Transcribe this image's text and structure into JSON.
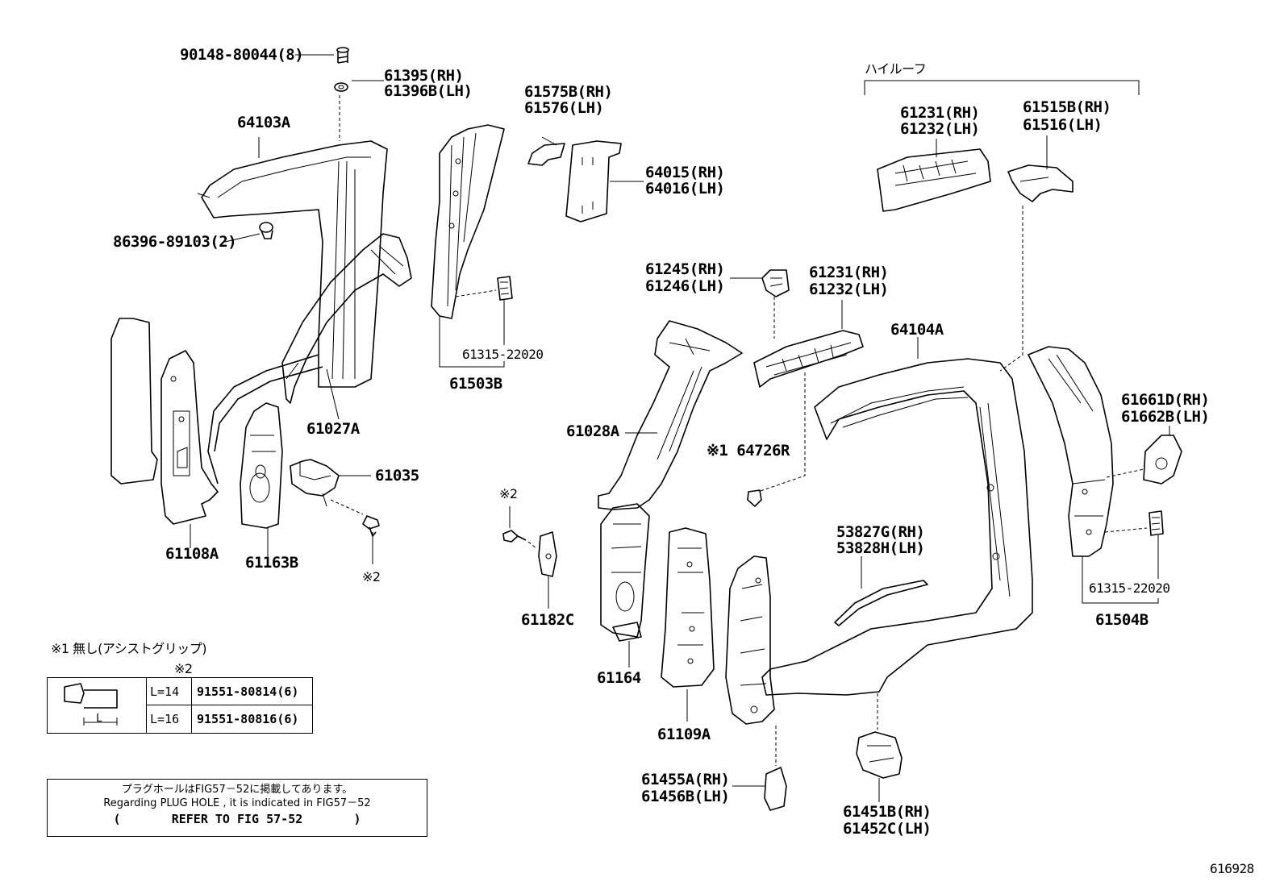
{
  "diagram_id": "616928",
  "labels": {
    "p90148": "90148-80044(8)",
    "p61395": "61395(RH)",
    "p61396": "61396B(LH)",
    "p64103": "64103A",
    "p86396": "86396-89103(2)",
    "p61575": "61575B(RH)",
    "p61576": "61576(LH)",
    "p64015": "64015(RH)",
    "p64016": "64016(LH)",
    "p61315a": "61315-22020",
    "p61503": "61503B",
    "p61027": "61027A",
    "p61035": "61035",
    "p61108": "61108A",
    "p61163": "61163B",
    "mark2a": "※2",
    "highroof": "ハイルーフ",
    "p61231a_rh": "61231(RH)",
    "p61232a_lh": "61232(LH)",
    "p61515": "61515B(RH)",
    "p61516": "61516(LH)",
    "p61245": "61245(RH)",
    "p61246": "61246(LH)",
    "p61231b_rh": "61231(RH)",
    "p61232b_lh": "61232(LH)",
    "p64104": "64104A",
    "p61028": "61028A",
    "p64726": "※1 64726R",
    "mark2b": "※2",
    "p61182": "61182C",
    "p61164": "61164",
    "p61109": "61109A",
    "p53827": "53827G(RH)",
    "p53828": "53828H(LH)",
    "p61661": "61661D(RH)",
    "p61662": "61662B(LH)",
    "p61315b": "61315-22020",
    "p61504": "61504B",
    "p61455": "61455A(RH)",
    "p61456": "61456B(LH)",
    "p61451": "61451B(RH)",
    "p61452": "61452C(LH)"
  },
  "notes": {
    "note1": "※1 無し(アシストグリップ)",
    "note2_mark": "※2"
  },
  "bolt_table": {
    "dim_label": "L",
    "rows": [
      {
        "length": "L=14",
        "part": "91551-80814(6)"
      },
      {
        "length": "L=16",
        "part": "91551-80816(6)"
      }
    ]
  },
  "reference": {
    "line1": "プラグホールはFIG57－52に掲載してあります。",
    "line2": "Regarding PLUG HOLE , it is indicated in FIG57－52",
    "line3": "(       REFER TO FIG 57-52       )"
  }
}
